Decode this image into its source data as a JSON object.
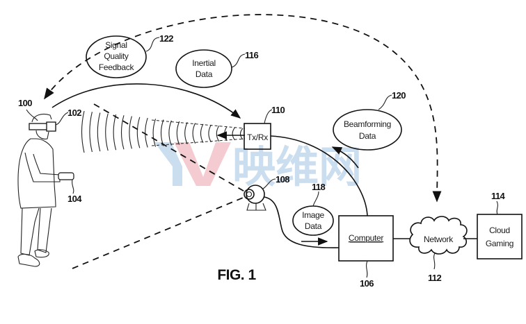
{
  "figure": {
    "title": "FIG. 1",
    "watermark": {
      "logo_letters": "YV",
      "text": "映维网",
      "colors": {
        "blue": "#c9ddef",
        "red": "#f3c9cf"
      }
    },
    "nodes": {
      "tx_rx": {
        "label": "Tx/Rx",
        "ref": "110"
      },
      "computer": {
        "label": "Computer",
        "ref": "106"
      },
      "network": {
        "label": "Network",
        "ref": "112"
      },
      "cloud_gaming": {
        "line1": "Cloud",
        "line2": "Gaming",
        "ref": "114"
      },
      "camera": {
        "ref": "108"
      },
      "user": {
        "ref": "100"
      },
      "hmd": {
        "ref": "102"
      },
      "controller": {
        "ref": "104"
      }
    },
    "data_bubbles": {
      "signal_quality": {
        "line1": "Signal",
        "line2": "Quality",
        "line3": "Feedback",
        "ref": "122"
      },
      "inertial": {
        "line1": "Inertial",
        "line2": "Data",
        "ref": "116"
      },
      "beamforming": {
        "line1": "Beamforming",
        "line2": "Data",
        "ref": "120"
      },
      "image": {
        "line1": "Image",
        "line2": "Data",
        "ref": "118"
      }
    }
  }
}
